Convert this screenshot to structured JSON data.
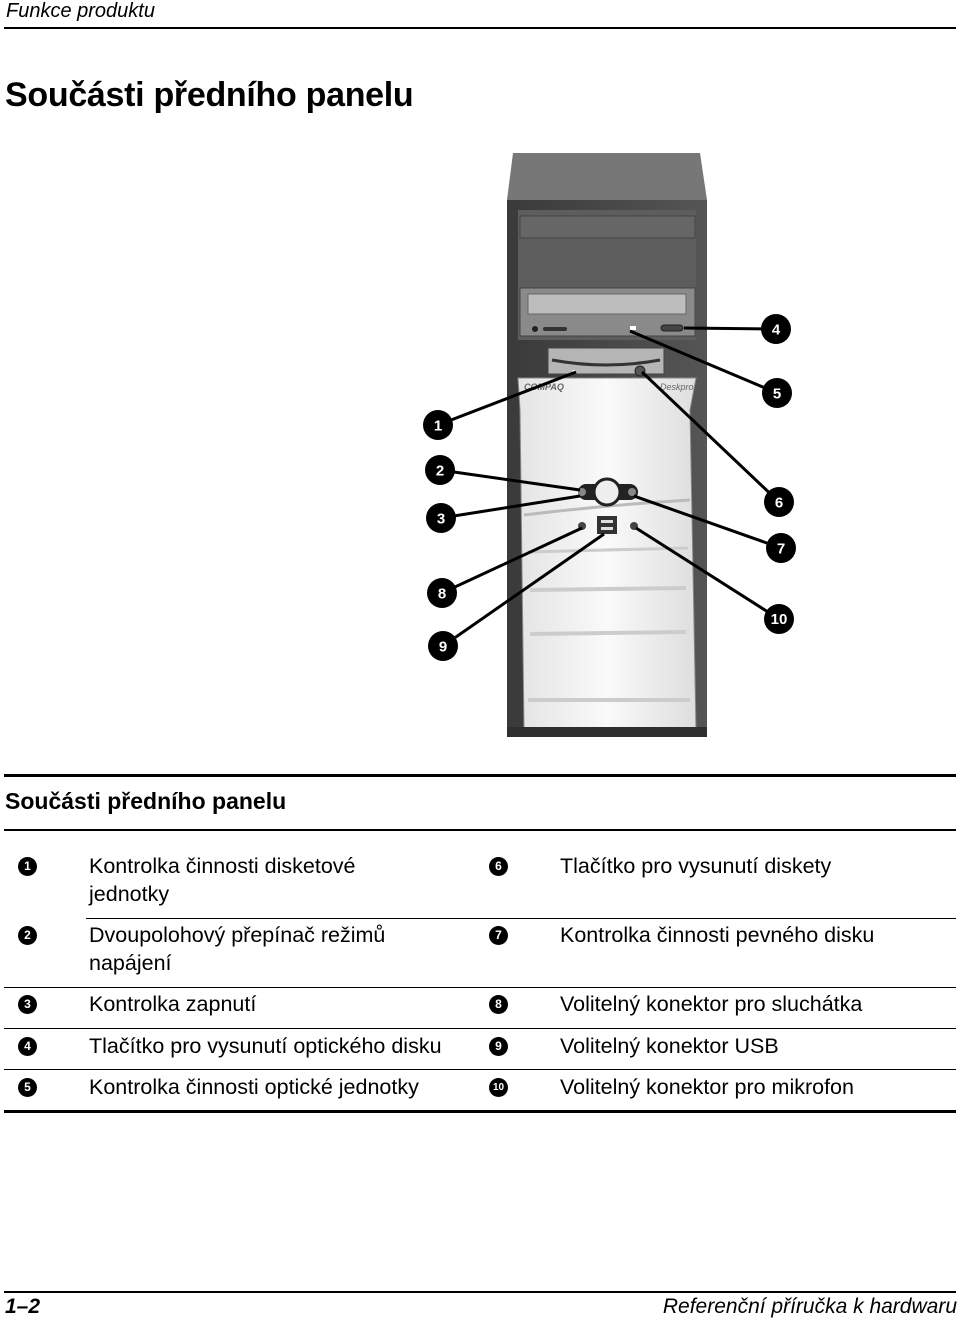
{
  "header": {
    "section": "Funkce produktu"
  },
  "page_title": "Součásti předního panelu",
  "figure": {
    "brand_left": "COMPAQ",
    "brand_right": "Deskpro",
    "callouts": [
      "1",
      "2",
      "3",
      "4",
      "5",
      "6",
      "7",
      "8",
      "9",
      "10"
    ]
  },
  "table": {
    "title": "Součásti předního panelu",
    "rows": [
      {
        "left_num": "1",
        "left_lines": [
          "Kontrolka činnosti disketové",
          "jednotky"
        ],
        "right_num": "6",
        "right_text": "Tlačítko pro vysunutí diskety"
      },
      {
        "left_num": "2",
        "left_lines": [
          "Dvoupolohový přepínač režimů",
          "napájení"
        ],
        "right_num": "7",
        "right_text": "Kontrolka činnosti pevného disku"
      },
      {
        "left_num": "3",
        "left_lines": [
          "Kontrolka zapnutí"
        ],
        "right_num": "8",
        "right_text": "Volitelný konektor pro sluchátka"
      },
      {
        "left_num": "4",
        "left_lines": [
          "Tlačítko pro vysunutí optického disku"
        ],
        "right_num": "9",
        "right_text": "Volitelný konektor USB"
      },
      {
        "left_num": "5",
        "left_lines": [
          "Kontrolka činnosti optické jednotky"
        ],
        "right_num": "10",
        "right_text": "Volitelný konektor pro mikrofon"
      }
    ]
  },
  "footer": {
    "page_number": "1–2",
    "book_title": "Referenční příručka k hardwaru"
  }
}
